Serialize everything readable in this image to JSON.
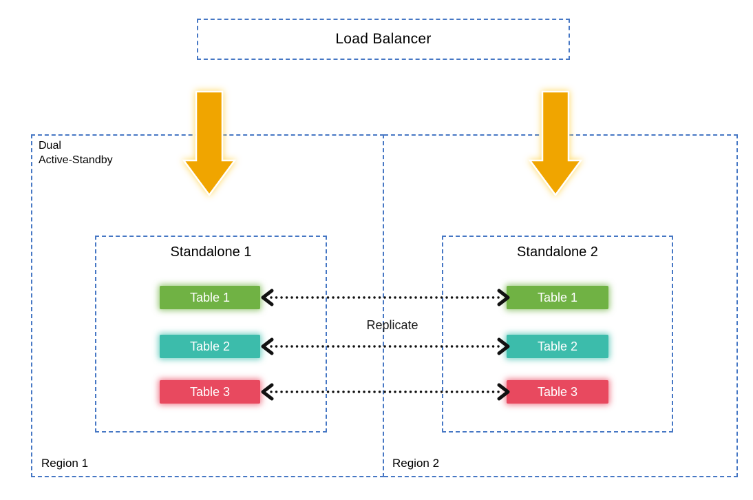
{
  "load_balancer": {
    "label": "Load Balancer"
  },
  "replicate_label": "Replicate",
  "region1": {
    "label": "Region 1",
    "mode_line1": "Dual",
    "mode_line2": "Active-Standby",
    "standalone": {
      "title": "Standalone 1",
      "tables": [
        {
          "label": "Table 1",
          "color": "#70b244"
        },
        {
          "label": "Table 2",
          "color": "#3cbcab"
        },
        {
          "label": "Table 3",
          "color": "#e8495f"
        }
      ]
    }
  },
  "region2": {
    "label": "Region 2",
    "standalone": {
      "title": "Standalone 2",
      "tables": [
        {
          "label": "Table 1",
          "color": "#70b244"
        },
        {
          "label": "Table 2",
          "color": "#3cbcab"
        },
        {
          "label": "Table 3",
          "color": "#e8495f"
        }
      ]
    }
  },
  "colors": {
    "dashed_border": "#4677c4",
    "arrow_gold": "#f0a500",
    "table_green": "#70b244",
    "table_teal": "#3cbcab",
    "table_red": "#e8495f",
    "dotted_arrow": "#111111",
    "background": "#ffffff"
  }
}
